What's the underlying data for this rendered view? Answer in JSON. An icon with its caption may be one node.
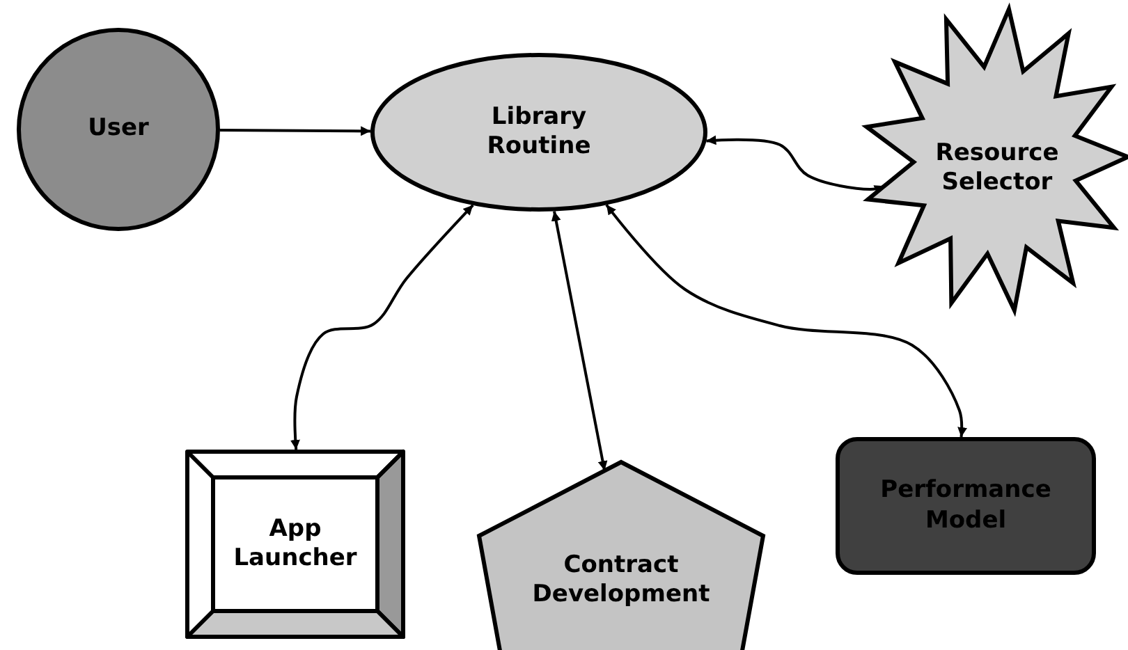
{
  "diagram": {
    "nodes": [
      {
        "text": [
          "User"
        ]
      },
      {
        "text": [
          "Library Routine"
        ]
      },
      {
        "text": [
          "Resource Selector"
        ]
      },
      {
        "text": [
          "App Launcher"
        ]
      },
      {
        "text": [
          "Contract Development"
        ]
      },
      {
        "text": [
          "Performance Model"
        ]
      }
    ],
    "edges": [
      {
        "from": 0,
        "to": 1,
        "arrow": "to"
      },
      {
        "from": 1,
        "to": 2,
        "arrow": "both"
      },
      {
        "from": 1,
        "to": 3,
        "arrow": "both"
      },
      {
        "from": 1,
        "to": 4,
        "arrow": "both"
      },
      {
        "from": 1,
        "to": 5,
        "arrow": "both"
      }
    ]
  }
}
